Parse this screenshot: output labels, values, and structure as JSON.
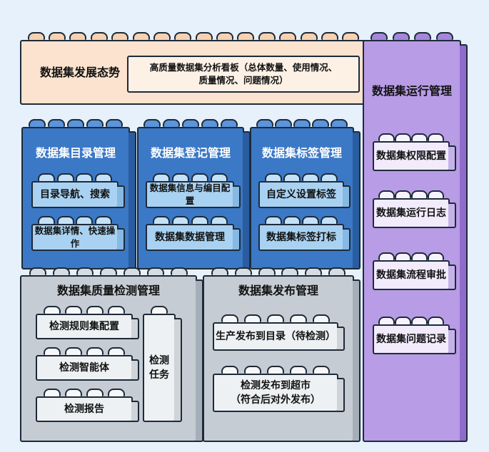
{
  "development": {
    "title": "数据集发展态势",
    "dashboard": [
      "高质量数据集分析看板（总体数量、使用情况、",
      "质量情况、问题情况）"
    ]
  },
  "catalog": {
    "title": "数据集目录管理",
    "items": [
      "目录导航、搜索",
      "数据集详情、快速操作"
    ]
  },
  "registration": {
    "title": "数据集登记管理",
    "items": [
      "数据集信息与编目配置",
      "数据集数据管理"
    ]
  },
  "tagging": {
    "title": "数据集标签管理",
    "items": [
      "自定义设置标签",
      "数据集标签打标"
    ]
  },
  "quality": {
    "title": "数据集质量检测管理",
    "items": [
      "检测规则集配置",
      "检测智能体",
      "检测报告"
    ],
    "task": [
      "检测",
      "任务"
    ]
  },
  "publishing": {
    "title": "数据集发布管理",
    "items": [
      [
        "生产发布到目录（待检测）"
      ],
      [
        "检测发布到超市",
        "（符合后对外发布）"
      ]
    ]
  },
  "operations": {
    "title": "数据集运行管理",
    "items": [
      "数据集权限配置",
      "数据集运行日志",
      "数据集流程审批",
      "数据集问题记录"
    ]
  }
}
